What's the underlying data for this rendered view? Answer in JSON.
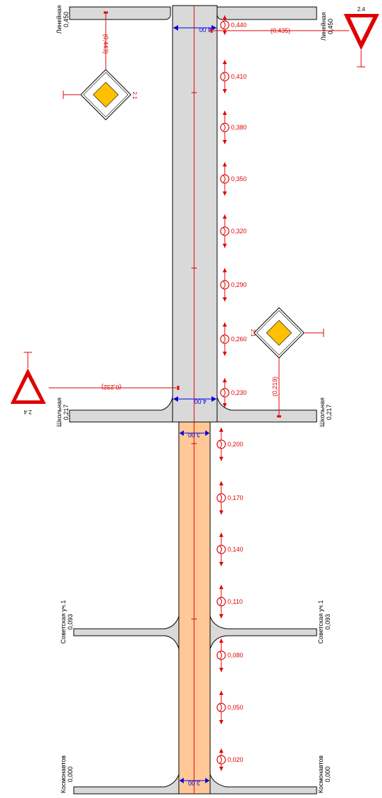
{
  "colors": {
    "road": "#d9d9d9",
    "road_stroke": "#000000",
    "paved": "#ffc896",
    "red": "#e00000",
    "blue": "#0000e0",
    "sign_yellow": "#ffc000"
  },
  "streets": {
    "lineynaya": {
      "name": "Линейная",
      "km": "0,450"
    },
    "shkolnaya": {
      "name": "Школьная",
      "km": "0,217"
    },
    "sovetskaya": {
      "name": "Советская уч.1",
      "km": "0,093"
    },
    "kosmonavtov": {
      "name": "Космонавтов",
      "km": "0,000"
    }
  },
  "widths": {
    "upper": "4.00",
    "lower": "3.00"
  },
  "sign_codes": {
    "main_road": "2.1",
    "yield": "2.4"
  },
  "sign_distances": {
    "main_top": "(0,443)",
    "yield_top": "(0,435)",
    "yield_left": "(0,232)",
    "main_mid": "(0,219)"
  },
  "lighting_markers": [
    "0,440",
    "0,410",
    "0,380",
    "0,350",
    "0,320",
    "0,290",
    "0,260",
    "0,230",
    "0,200",
    "0,170",
    "0,140",
    "0,110",
    "0,080",
    "0,050",
    "0,020"
  ]
}
